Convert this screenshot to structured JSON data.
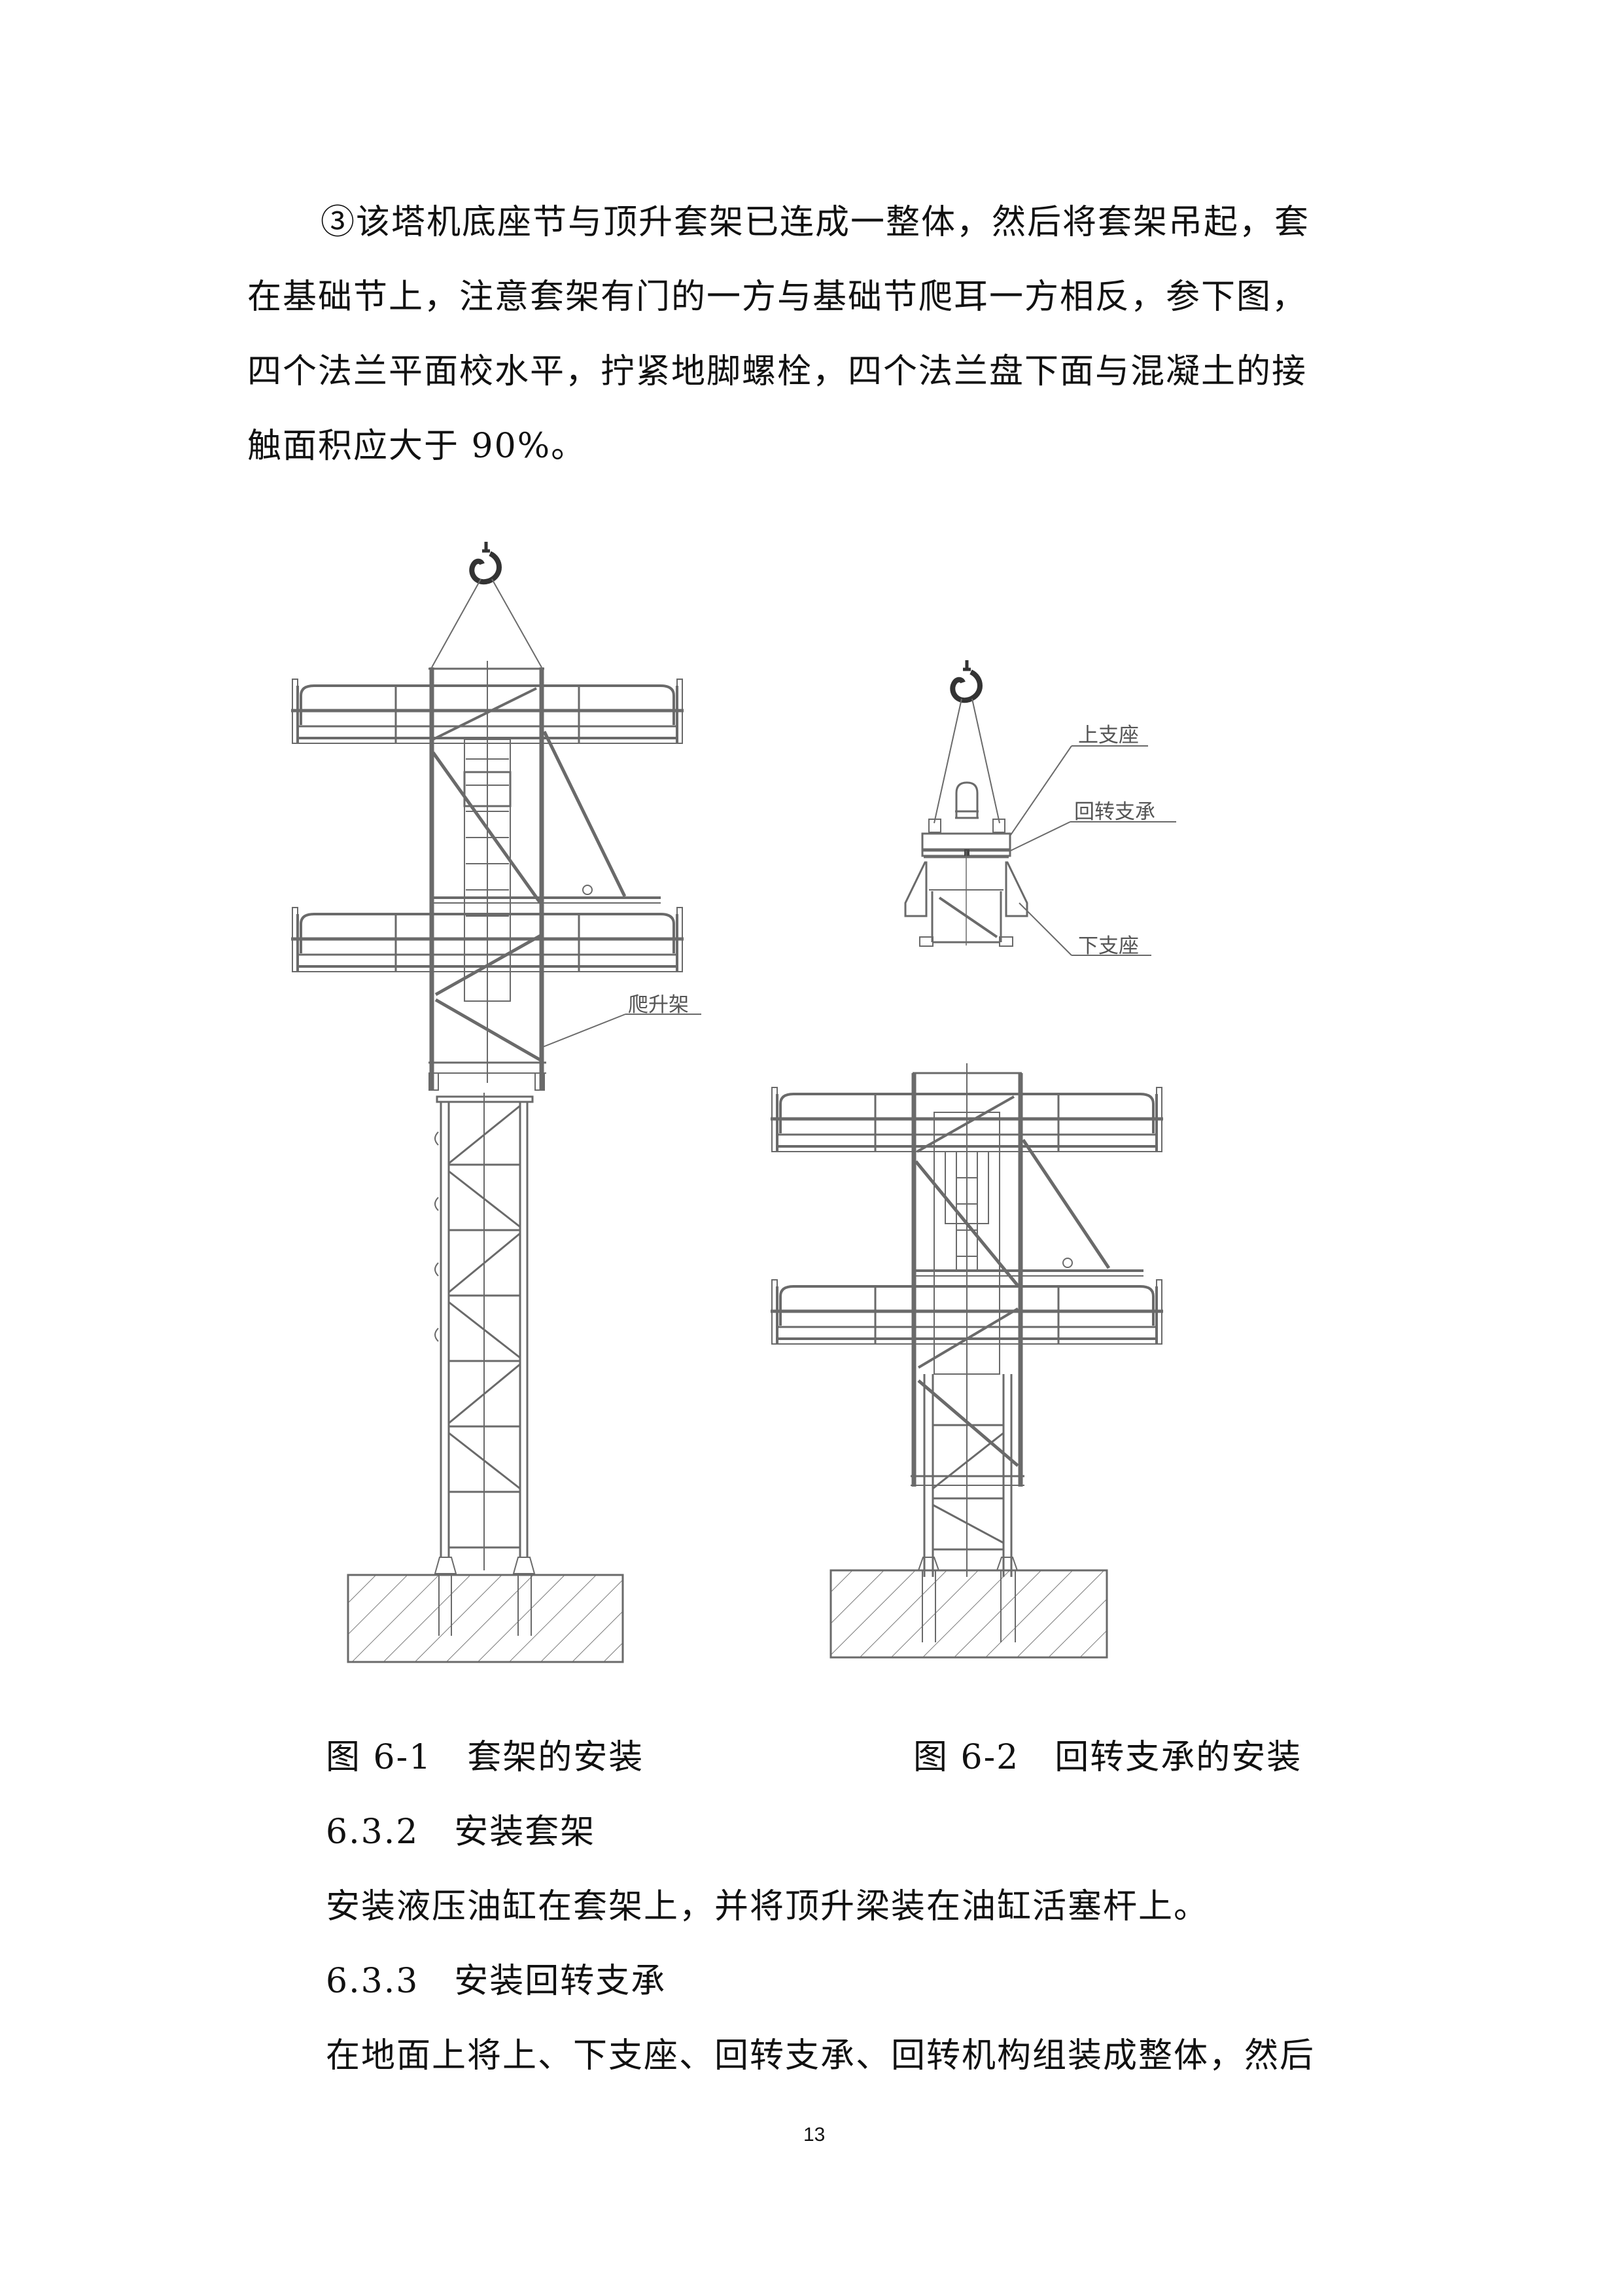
{
  "paragraph_1": {
    "lines": [
      "③该塔机底座节与顶升套架已连成一整体，然后将套架吊起，套",
      "在基础节上，注意套架有门的一方与基础节爬耳一方相反，参下图，",
      "四个法兰平面校水平，拧紧地脚螺栓，四个法兰盘下面与混凝土的接",
      "触面积应大于 90%。"
    ]
  },
  "figure_1": {
    "label_climbing_frame": "爬升架",
    "caption": "图 6-1　套架的安装"
  },
  "figure_2": {
    "label_upper_support": "上支座",
    "label_slewing_bearing": "回转支承",
    "label_lower_support": "下支座",
    "caption": "图 6-2　回转支承的安装"
  },
  "section_632": {
    "heading": "6.3.2　安装套架",
    "body": "安装液压油缸在套架上，并将顶升梁装在油缸活塞杆上。"
  },
  "section_633": {
    "heading": "6.3.3　安装回转支承",
    "body": "在地面上将上、下支座、回转支承、回转机构组装成整体，然后"
  },
  "page_number": "13"
}
